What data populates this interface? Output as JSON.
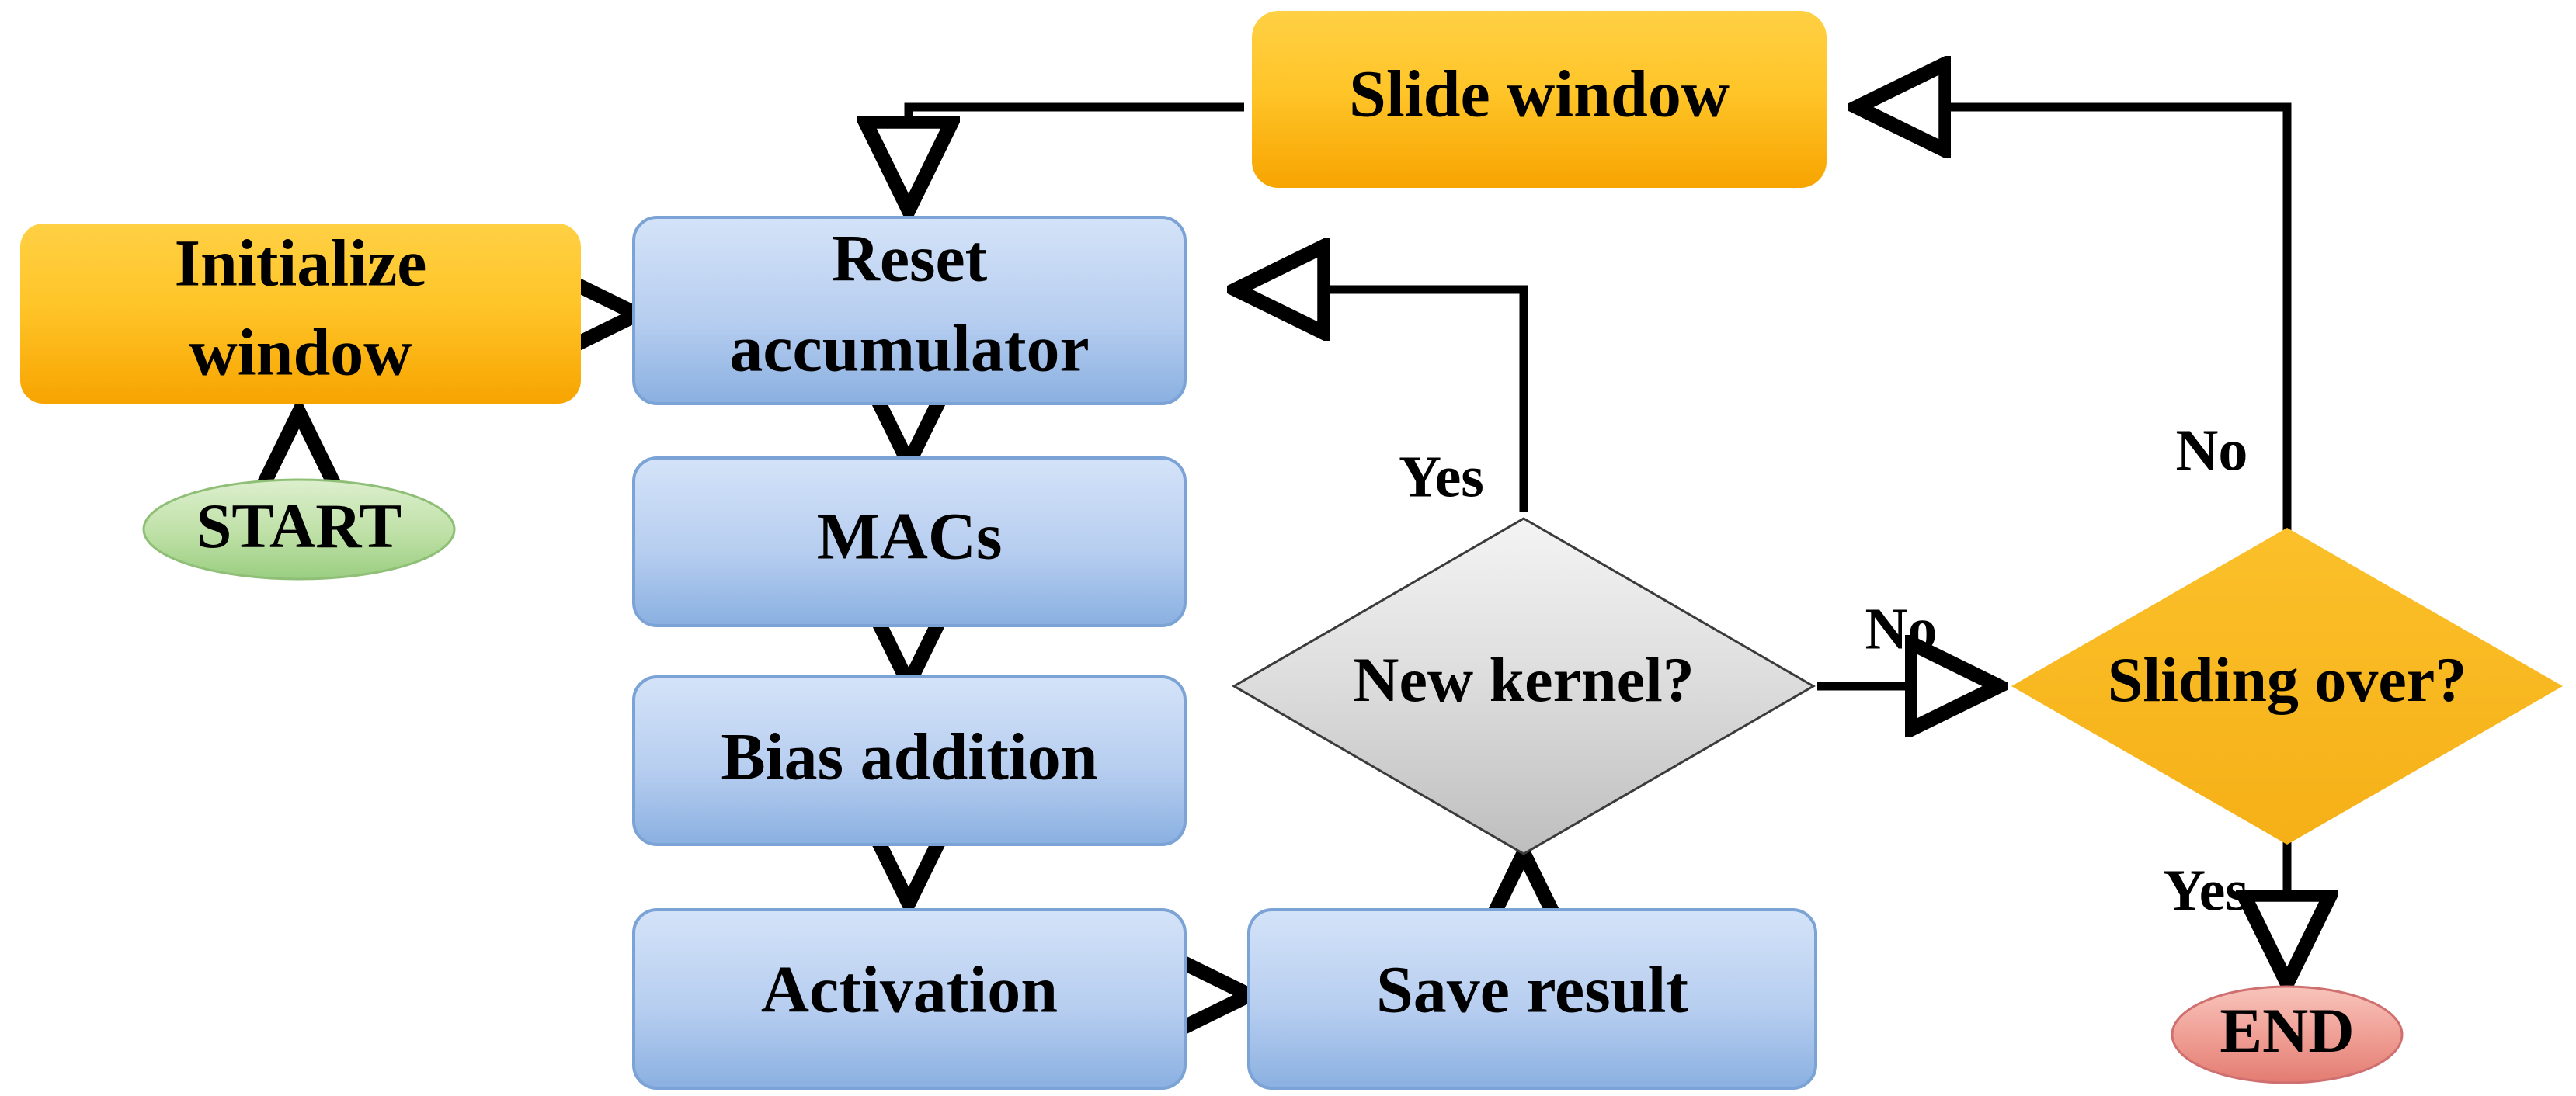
{
  "diagram": {
    "title": "Convolution sliding-window control flowchart",
    "background": "#ffffff",
    "colors": {
      "orange_top": "#FFC92B",
      "orange_bottom": "#F9A800",
      "blue_top": "#CFDFF7",
      "blue_bottom": "#8CB2E2",
      "blue_border": "#7BA3D6",
      "gray_top": "#F2F2F2",
      "gray_bottom": "#C3C3C3",
      "green_top": "#D8EFC8",
      "green_bottom": "#A3D48A",
      "red_top": "#F6B9B0",
      "red_bottom": "#E88177",
      "line": "#000000"
    }
  },
  "nodes": {
    "start": {
      "label": "START",
      "shape": "ellipse",
      "fill": "green"
    },
    "initialize_window": {
      "label_line1": "Initialize",
      "label_line2": "window",
      "shape": "rounded-rect",
      "fill": "orange"
    },
    "reset_accumulator": {
      "label_line1": "Reset",
      "label_line2": "accumulator",
      "shape": "rounded-rect",
      "fill": "blue"
    },
    "macs": {
      "label": "MACs",
      "shape": "rounded-rect",
      "fill": "blue"
    },
    "bias_addition": {
      "label": "Bias addition",
      "shape": "rounded-rect",
      "fill": "blue"
    },
    "activation": {
      "label": "Activation",
      "shape": "rounded-rect",
      "fill": "blue"
    },
    "save_result": {
      "label": "Save result",
      "shape": "rounded-rect",
      "fill": "blue"
    },
    "new_kernel": {
      "label": "New kernel?",
      "shape": "diamond",
      "fill": "gray"
    },
    "sliding_over": {
      "label": "Sliding over?",
      "shape": "diamond",
      "fill": "orange"
    },
    "slide_window": {
      "label": "Slide window",
      "shape": "rounded-rect",
      "fill": "orange"
    },
    "end": {
      "label": "END",
      "shape": "ellipse",
      "fill": "red"
    }
  },
  "edge_labels": {
    "new_kernel_yes": "Yes",
    "new_kernel_no": "No",
    "sliding_over_no": "No",
    "sliding_over_yes": "Yes"
  },
  "edges": [
    {
      "from": "start",
      "to": "initialize_window",
      "label": ""
    },
    {
      "from": "initialize_window",
      "to": "reset_accumulator",
      "label": ""
    },
    {
      "from": "reset_accumulator",
      "to": "macs",
      "label": ""
    },
    {
      "from": "macs",
      "to": "bias_addition",
      "label": ""
    },
    {
      "from": "bias_addition",
      "to": "activation",
      "label": ""
    },
    {
      "from": "activation",
      "to": "save_result",
      "label": ""
    },
    {
      "from": "save_result",
      "to": "new_kernel",
      "label": ""
    },
    {
      "from": "new_kernel",
      "to": "reset_accumulator",
      "label": "Yes"
    },
    {
      "from": "new_kernel",
      "to": "sliding_over",
      "label": "No"
    },
    {
      "from": "sliding_over",
      "to": "slide_window",
      "label": "No"
    },
    {
      "from": "slide_window",
      "to": "reset_accumulator",
      "label": ""
    },
    {
      "from": "sliding_over",
      "to": "end",
      "label": "Yes"
    }
  ]
}
